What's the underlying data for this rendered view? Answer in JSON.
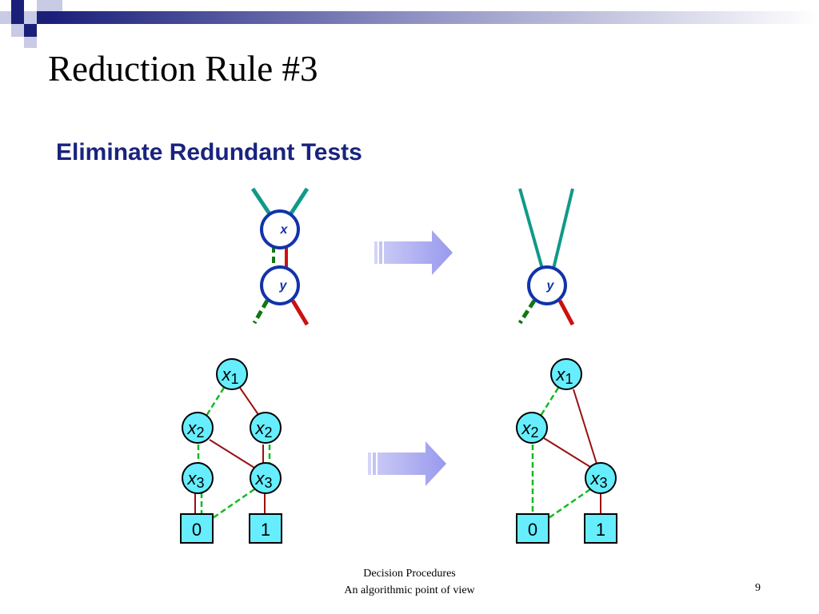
{
  "slide": {
    "title": "Reduction Rule #3",
    "subtitle": "Eliminate Redundant Tests"
  },
  "top_before": {
    "upper_node": "x",
    "lower_node": "y"
  },
  "top_after": {
    "node": "y"
  },
  "bdd_before": {
    "nodes": [
      {
        "id": "x1",
        "var": "x",
        "sub": "1"
      },
      {
        "id": "x2l",
        "var": "x",
        "sub": "2"
      },
      {
        "id": "x2r",
        "var": "x",
        "sub": "2"
      },
      {
        "id": "x3l",
        "var": "x",
        "sub": "3"
      },
      {
        "id": "x3r",
        "var": "x",
        "sub": "3"
      }
    ],
    "terminals": [
      "0",
      "1"
    ]
  },
  "bdd_after": {
    "nodes": [
      {
        "id": "x1",
        "var": "x",
        "sub": "1"
      },
      {
        "id": "x2",
        "var": "x",
        "sub": "2"
      },
      {
        "id": "x3",
        "var": "x",
        "sub": "3"
      }
    ],
    "terminals": [
      "0",
      "1"
    ]
  },
  "colors": {
    "teal_edge": "#119988",
    "red_edge": "#cc1111",
    "dark_red_edge": "#991111",
    "green_dashed": "#11aa22",
    "dark_green_dashed": "#117711",
    "node_fill_top": "#1133aa",
    "node_border": "#1133aa",
    "bdd_node_fill": "#66eeff",
    "arrow_fill": "#9999ee",
    "title_text": "#000000",
    "subtitle_text": "#1a237e"
  },
  "footer": {
    "line1": "Decision Procedures",
    "line2": "An algorithmic point of view",
    "page": "9"
  }
}
